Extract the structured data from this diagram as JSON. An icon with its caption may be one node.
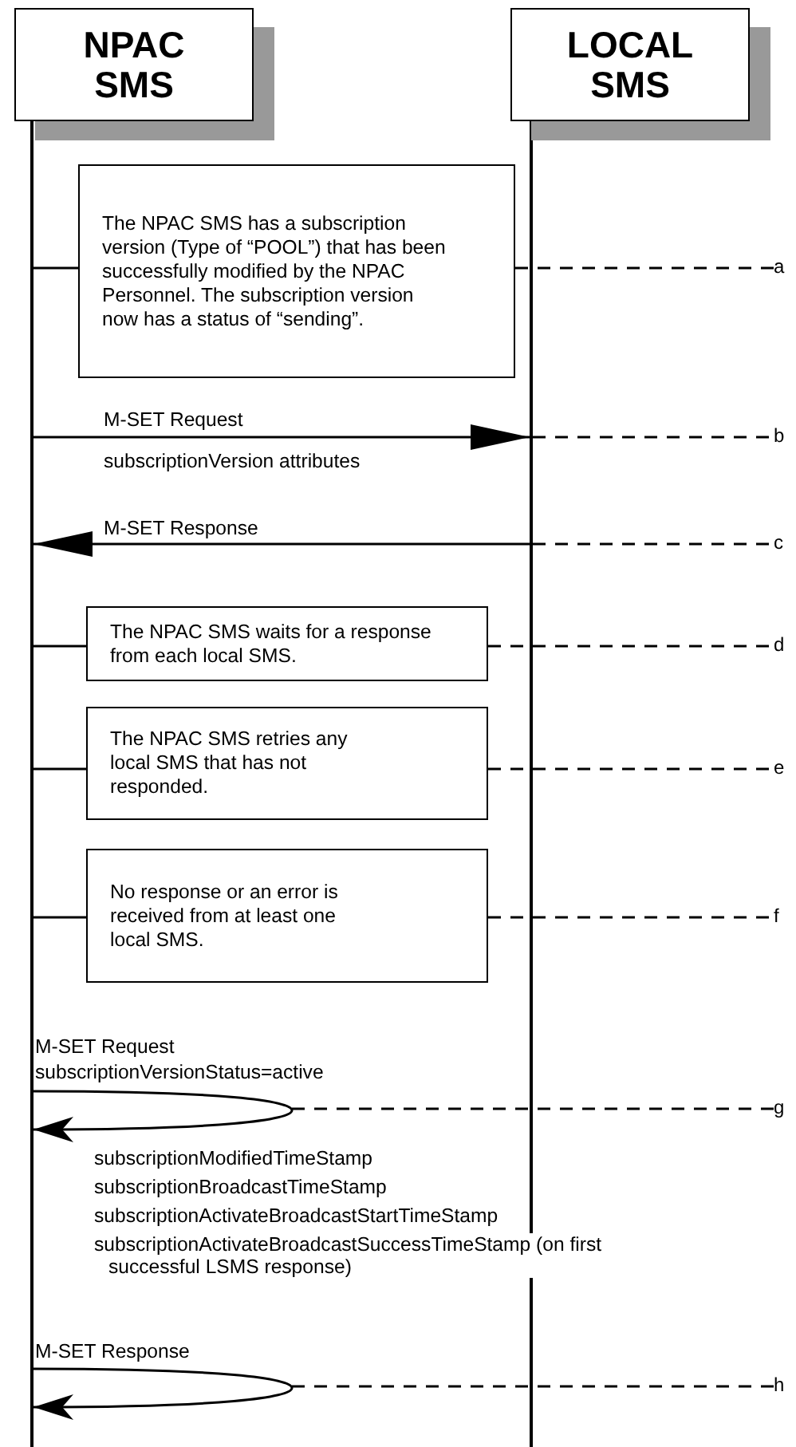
{
  "diagram": {
    "nodes": [
      {
        "text": [
          "NPAC SMS"
        ]
      },
      {
        "text": [
          "LOCAL SMS"
        ]
      },
      {
        "text": [],
        "shape": "bar"
      },
      {
        "text": [],
        "shape": "bar"
      },
      {
        "text": [
          "The NPAC SMS has a subscription version (Type of “POOL”) that has been successfully modified by the NPAC Personnel.  The subscription version now has a status of “sending”."
        ]
      },
      {
        "text": [
          "The NPAC SMS waits for a response from each local SMS."
        ]
      },
      {
        "text": [
          "The NPAC SMS retries any local SMS that has not responded."
        ]
      },
      {
        "text": [
          "No response or an error is received from at least one local SMS."
        ]
      },
      {
        "text": [
          "a"
        ]
      },
      {
        "text": [
          "b"
        ]
      },
      {
        "text": [
          "c"
        ]
      },
      {
        "text": [
          "d"
        ]
      },
      {
        "text": [
          "e"
        ]
      },
      {
        "text": [
          "f"
        ]
      },
      {
        "text": [
          "g"
        ]
      },
      {
        "text": [
          "h"
        ]
      }
    ],
    "edges": [
      {
        "from": 2,
        "to": 3,
        "arrow": "to",
        "label": "M-SET Request"
      },
      {
        "from": 3,
        "to": 2,
        "arrow": "to",
        "label": "M-SET Response"
      },
      {
        "from": 2,
        "to": 2,
        "arrow": "to",
        "label": "M-SET Request"
      },
      {
        "from": 2,
        "to": 2,
        "arrow": "to",
        "label": "M-SET Response"
      },
      {
        "from": 4,
        "to": 2,
        "arrow": "none"
      },
      {
        "from": 5,
        "to": 2,
        "arrow": "none"
      },
      {
        "from": 6,
        "to": 2,
        "arrow": "none"
      },
      {
        "from": 7,
        "to": 2,
        "arrow": "none"
      },
      {
        "from": 4,
        "to": 8,
        "arrow": "none",
        "style": "dashed"
      },
      {
        "from": 3,
        "to": 9,
        "arrow": "none",
        "style": "dashed"
      },
      {
        "from": 3,
        "to": 10,
        "arrow": "none",
        "style": "dashed"
      },
      {
        "from": 5,
        "to": 11,
        "arrow": "none",
        "style": "dashed"
      },
      {
        "from": 6,
        "to": 12,
        "arrow": "none",
        "style": "dashed"
      },
      {
        "from": 7,
        "to": 13,
        "arrow": "none",
        "style": "dashed"
      },
      {
        "from": null,
        "to": 14,
        "arrow": "none",
        "style": "dashed"
      },
      {
        "from": null,
        "to": 15,
        "arrow": "none",
        "style": "dashed"
      }
    ],
    "labels": [
      "subscriptionVersion attributes",
      "subscriptionVersionStatus=active",
      "subscriptionModifiedTimeStamp",
      "subscriptionBroadcastTimeStamp",
      "subscriptionActivateBroadcastStartTimeStamp",
      "subscriptionActivateBroadcastSuccessTimeStamp (on first successful LSMS response)"
    ]
  }
}
